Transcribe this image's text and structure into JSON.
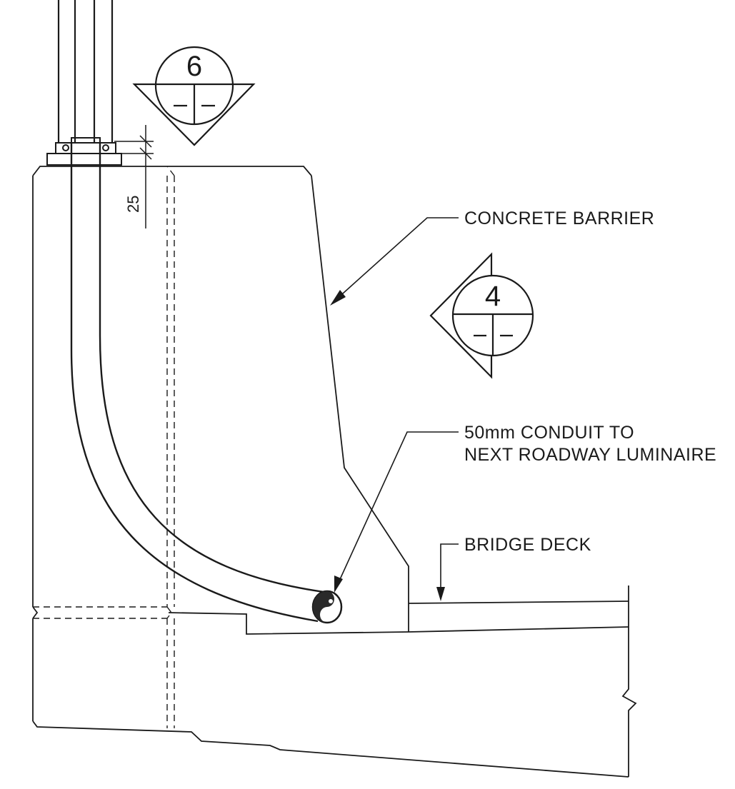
{
  "colors": {
    "line": "#1a1a1a",
    "hatch": "#2a2a2a",
    "background": "#ffffff"
  },
  "labels": {
    "concrete_barrier": "CONCRETE BARRIER",
    "conduit_line1": "50mm CONDUIT TO",
    "conduit_line2": "NEXT ROADWAY LUMINAIRE",
    "bridge_deck": "BRIDGE DECK"
  },
  "dimension": {
    "value": "25"
  },
  "section_symbols": [
    {
      "number": "6",
      "reference": "– | –"
    },
    {
      "number": "4",
      "reference": "– | –"
    }
  ]
}
